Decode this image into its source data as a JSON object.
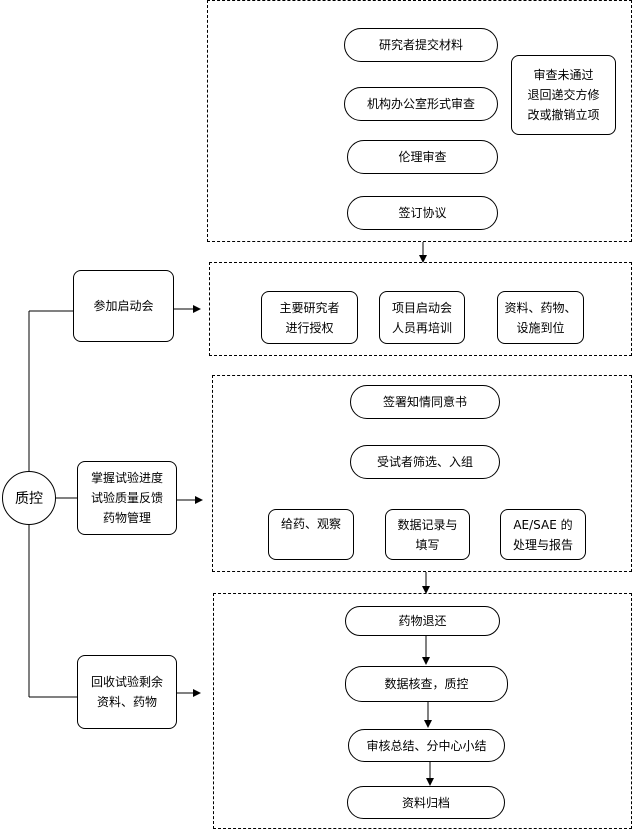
{
  "qc": "质控",
  "section1": {
    "steps": [
      "研究者提交材料",
      "机构办公室形式审查",
      "伦理审查",
      "签订协议"
    ],
    "note_lines": [
      "审查未通过",
      "退回递交方修",
      "改或撤销立项"
    ]
  },
  "section2": {
    "side": "参加启动会",
    "items": [
      [
        "主要研究者",
        "进行授权"
      ],
      [
        "项目启动会",
        "人员再培训"
      ],
      [
        "资料、药物、",
        "设施到位"
      ]
    ]
  },
  "section3": {
    "side_lines": [
      "掌握试验进度",
      "试验质量反馈",
      "药物管理"
    ],
    "steps": [
      "签署知情同意书",
      "受试者筛选、入组"
    ],
    "items": [
      [
        "给药、观察"
      ],
      [
        "数据记录与",
        "填写"
      ],
      [
        "AE/SAE 的",
        "处理与报告"
      ]
    ]
  },
  "section4": {
    "side_lines": [
      "回收试验剩余",
      "资料、药物"
    ],
    "steps": [
      "药物退还",
      "数据核查，质控",
      "审核总结、分中心小结",
      "资料归档"
    ]
  }
}
